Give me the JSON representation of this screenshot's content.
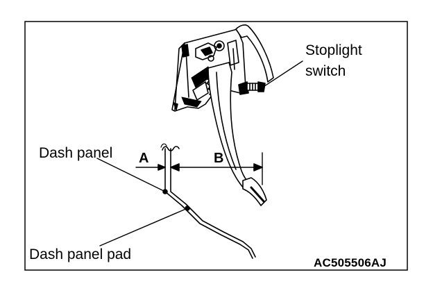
{
  "labels": {
    "stoplight_line1": "Stoplight",
    "stoplight_line2": "switch",
    "dash_panel": "Dash panel",
    "dimension_a": "A",
    "dimension_b": "B",
    "dash_panel_pad": "Dash panel pad",
    "figure_code": "AC505506AJ"
  },
  "colors": {
    "line": "#000000",
    "background": "#ffffff"
  }
}
